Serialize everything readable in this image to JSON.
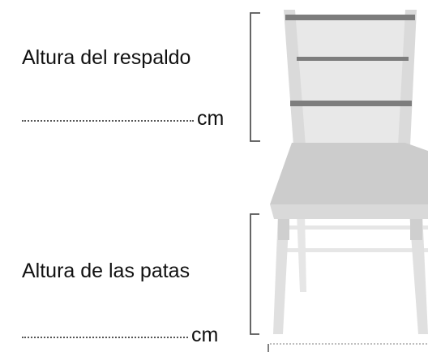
{
  "back_height": {
    "label": "Altura del respaldo",
    "unit": "cm"
  },
  "leg_height": {
    "label": "Altura de las patas",
    "unit": "cm"
  },
  "colors": {
    "chair_light": "#e3e3e3",
    "chair_mid": "#d2d2d2",
    "chair_seat": "#cfcfcf",
    "slat": "#7d7d7d",
    "bracket": "#555555",
    "text": "#111111"
  }
}
